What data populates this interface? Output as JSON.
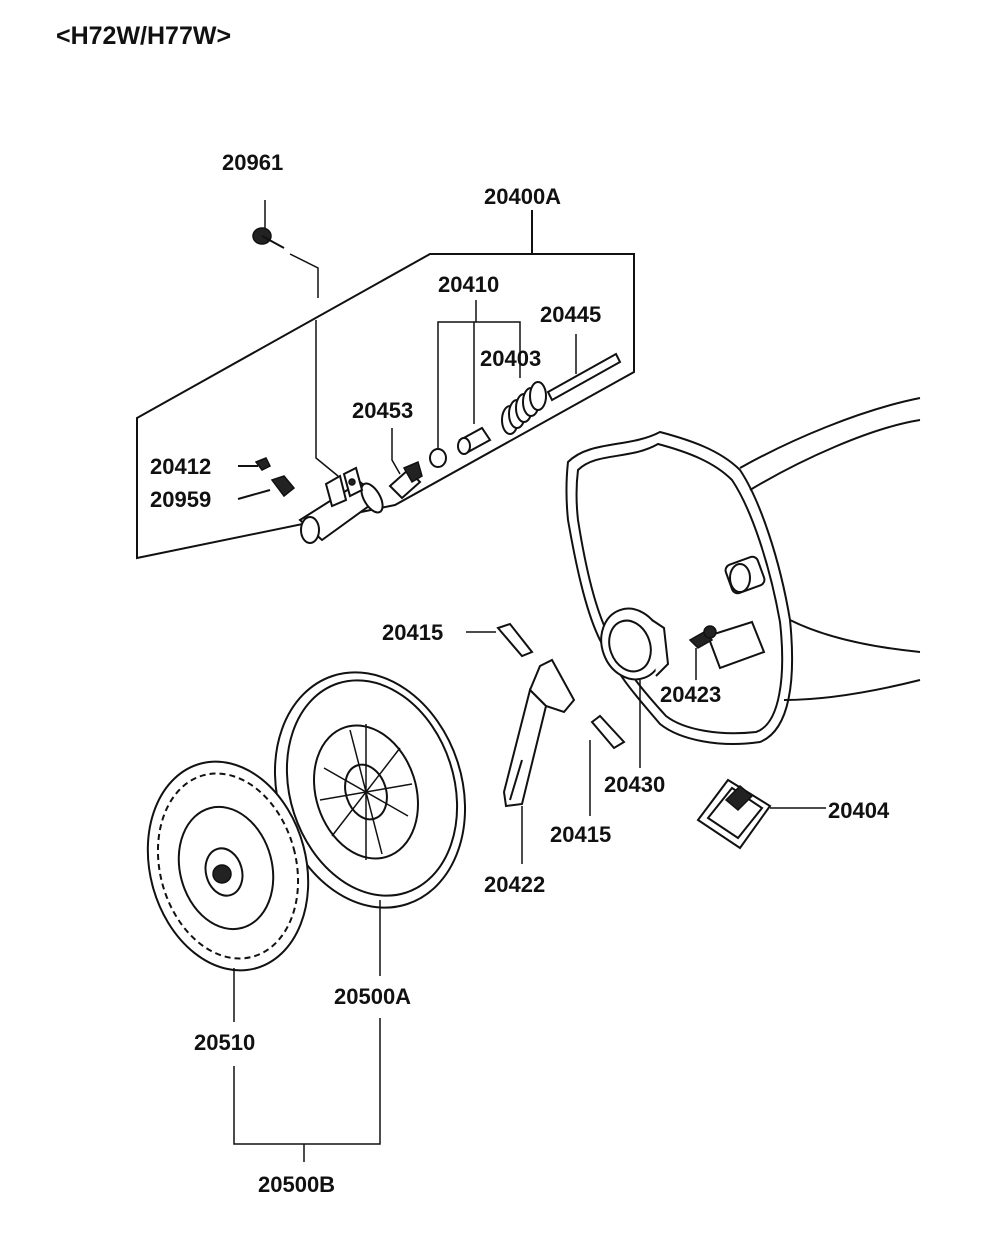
{
  "title": "<H72W/H77W>",
  "parts": [
    {
      "key": "p20961",
      "label": "20961"
    },
    {
      "key": "p20400A",
      "label": "20400A"
    },
    {
      "key": "p20410",
      "label": "20410"
    },
    {
      "key": "p20445",
      "label": "20445"
    },
    {
      "key": "p20403",
      "label": "20403"
    },
    {
      "key": "p20453",
      "label": "20453"
    },
    {
      "key": "p20412",
      "label": "20412"
    },
    {
      "key": "p20959",
      "label": "20959"
    },
    {
      "key": "p20415a",
      "label": "20415"
    },
    {
      "key": "p20423",
      "label": "20423"
    },
    {
      "key": "p20430",
      "label": "20430"
    },
    {
      "key": "p20404",
      "label": "20404"
    },
    {
      "key": "p20415b",
      "label": "20415"
    },
    {
      "key": "p20422",
      "label": "20422"
    },
    {
      "key": "p20500A",
      "label": "20500A"
    },
    {
      "key": "p20510",
      "label": "20510"
    },
    {
      "key": "p20500B",
      "label": "20500B"
    }
  ]
}
